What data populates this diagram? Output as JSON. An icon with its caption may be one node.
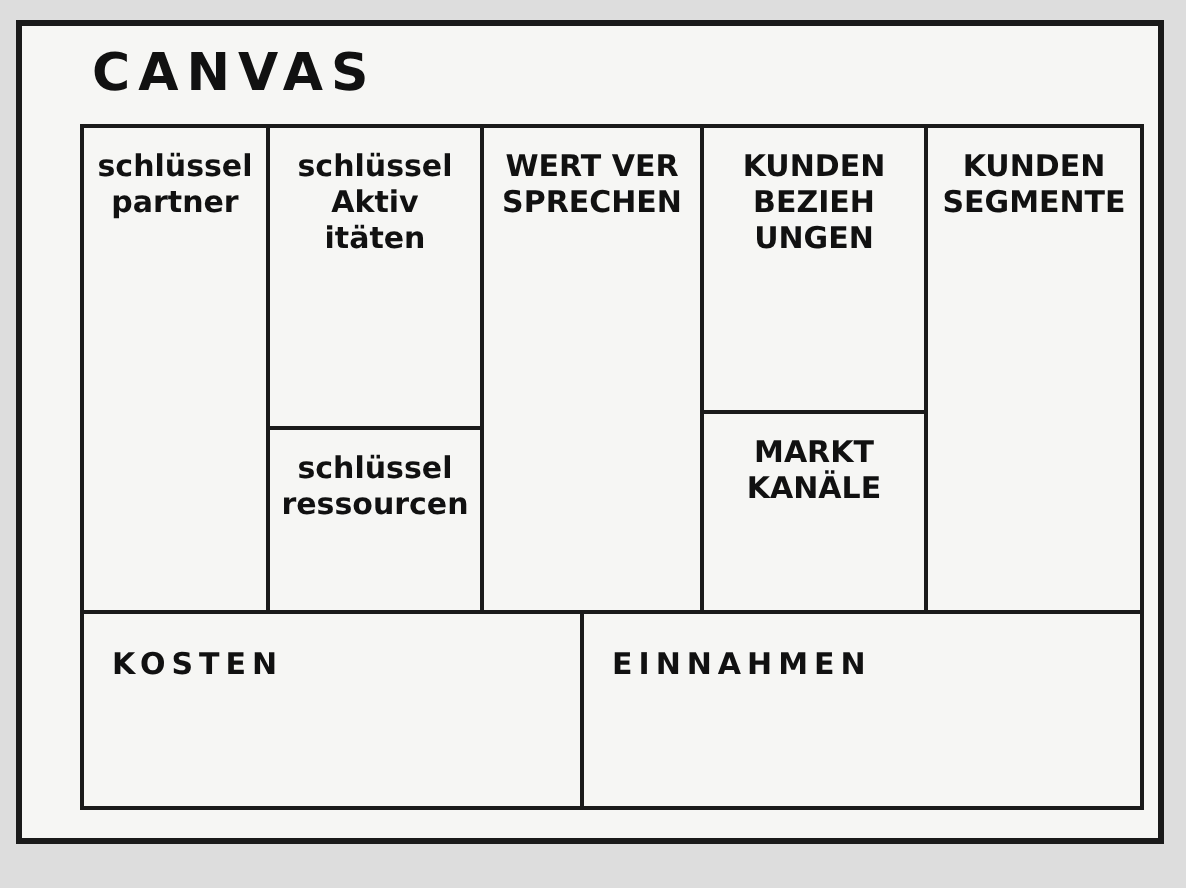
{
  "diagram": {
    "title": "CANVAS",
    "nodes": [
      {
        "text": [
          "schlüssel partner"
        ]
      },
      {
        "text": [
          "schlüssel Aktiv itäten"
        ]
      },
      {
        "text": [
          "schlüssel ressourcen"
        ]
      },
      {
        "text": [
          "WERT VER SPRECHEN"
        ]
      },
      {
        "text": [
          "KUNDEN BEZIEH UNGEN"
        ]
      },
      {
        "text": [
          "MARKT KANÄLE"
        ]
      },
      {
        "text": [
          "KUNDEN SEGMENTE"
        ]
      },
      {
        "text": [
          "KOSTEN"
        ]
      },
      {
        "text": [
          "EINNAHMEN"
        ]
      }
    ],
    "edges": []
  }
}
